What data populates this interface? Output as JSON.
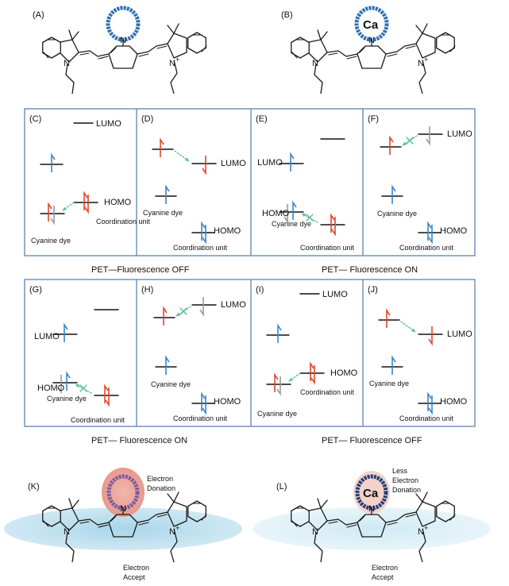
{
  "colors": {
    "panel_border": "#5b83b8",
    "bond": "#1a1a1a",
    "ring_blue": "#2f6fb3",
    "ring_dark": "#1e3f7a",
    "pink": "#e8998e",
    "purple": "#7a5ba3",
    "halo": "#bfe0ee",
    "halo_light": "#dff1f7",
    "electron_blue": "#3a86c8",
    "electron_red": "#e0472c",
    "electron_grey": "#9a9a9a",
    "arrow_green": "#5cc08a"
  },
  "structures": {
    "A": {
      "letter": "(A)",
      "N": "N",
      "Nplus": "N",
      "plus": "+",
      "Nleft": "N"
    },
    "B": {
      "letter": "(B)",
      "metal": "Ca",
      "N": "N",
      "Nplus": "N",
      "plus": "+",
      "Nleft": "N"
    },
    "K": {
      "letter": "(K)",
      "N": "N",
      "Nplus": "N",
      "plus": "+",
      "Nleft": "N",
      "donation": [
        "Electron",
        "Donation"
      ],
      "accept": [
        "Electron",
        "Accept"
      ]
    },
    "L": {
      "letter": "(L)",
      "metal": "Ca",
      "N": "N",
      "Nplus": "N",
      "plus": "+",
      "Nleft": "N",
      "donation": [
        "Less",
        "Electron",
        "Donation"
      ],
      "accept": [
        "Electron",
        "Accept"
      ]
    }
  },
  "panels": {
    "C": {
      "letter": "(C)",
      "lumo": "LUMO",
      "homo": "HOMO",
      "dye": "Cyanine dye",
      "unit": "Coordination unit"
    },
    "D": {
      "letter": "(D)",
      "lumo": "LUMO",
      "homo": "HOMO",
      "dye": "Cyanine dye",
      "unit": "Coordination unit"
    },
    "E": {
      "letter": "(E)",
      "lumo": "LUMO",
      "homo": "HOMO",
      "dye": "Cyanine dye",
      "unit": "Coordination unit"
    },
    "F": {
      "letter": "(F)",
      "lumo": "LUMO",
      "homo": "HOMO",
      "dye": "Cyanine dye",
      "unit": "Coordination unit"
    },
    "G": {
      "letter": "(G)",
      "lumo": "LUMO",
      "homo": "HOMO",
      "dye": "Cyanine dye",
      "unit": "Coordination unit"
    },
    "H": {
      "letter": "(H)",
      "lumo": "LUMO",
      "homo": "HOMO",
      "dye": "Cyanine dye",
      "unit": "Coordination unit"
    },
    "I": {
      "letter": "(I)",
      "lumo": "LUMO",
      "homo": "HOMO",
      "dye": "Cyanine dye",
      "unit": "Coordination unit"
    },
    "J": {
      "letter": "(J)",
      "lumo": "LUMO",
      "homo": "HOMO",
      "dye": "Cyanine dye",
      "unit": "Coordination unit"
    }
  },
  "captions": {
    "CD": "PET—Fluorescence OFF",
    "EF": "PET— Fluorescence ON",
    "GH": "PET— Fluorescence ON",
    "IJ": "PET— Fluorescence OFF"
  }
}
